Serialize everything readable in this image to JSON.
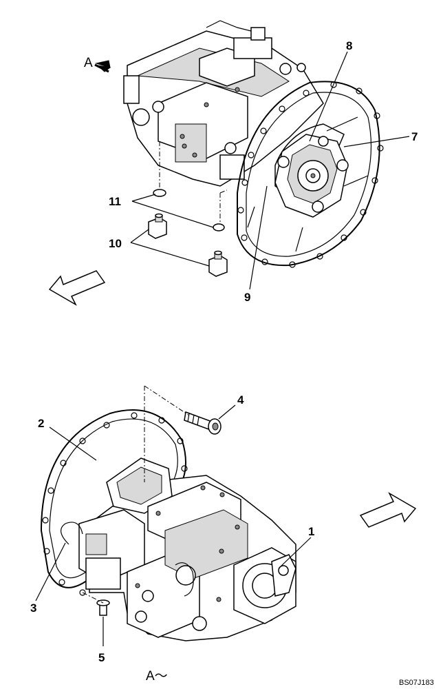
{
  "callouts": {
    "c1": "1",
    "c2": "2",
    "c3": "3",
    "c4": "4",
    "c5": "5",
    "c7": "7",
    "c8": "8",
    "c9": "9",
    "c10": "10",
    "c11": "11"
  },
  "view_marker": "A",
  "view_caption": "A～",
  "drawing_code": "BS07J183"
}
